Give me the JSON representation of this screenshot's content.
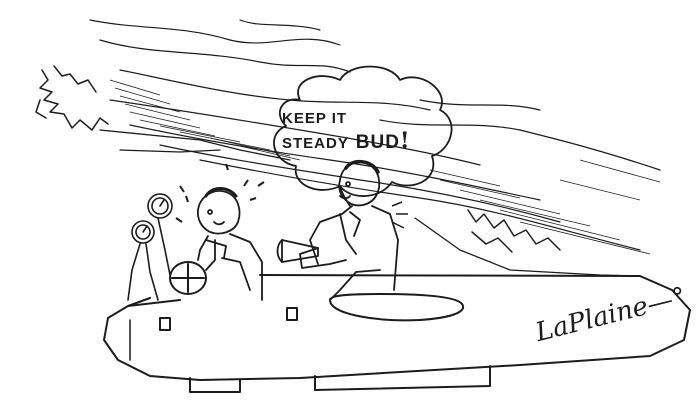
{
  "speech_bubble": {
    "line1": "KEEP IT",
    "line2_prefix": "STEADY",
    "line2_emphasis": "BUD",
    "line2_suffix": "!"
  },
  "signature": {
    "text": "LaPlaine—",
    "end_mark": "°"
  },
  "colors": {
    "ink": "#1c1c1c",
    "paper": "#ffffff"
  }
}
